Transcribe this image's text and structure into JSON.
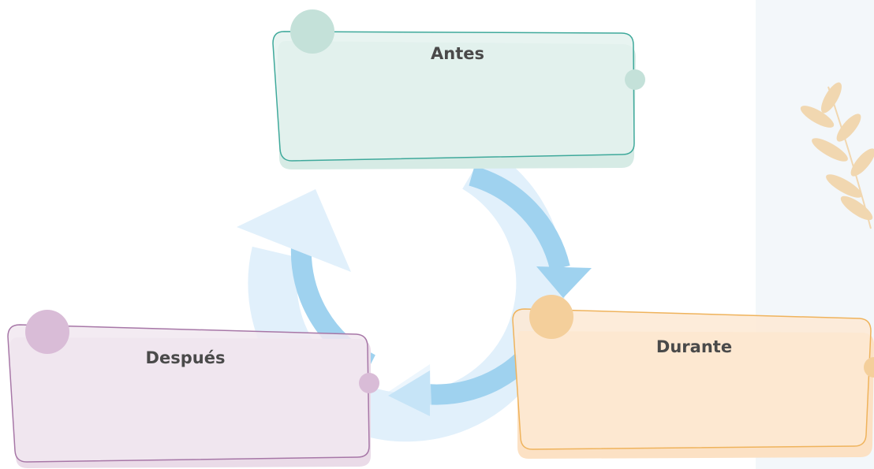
{
  "cycle": {
    "stages": [
      {
        "id": "antes",
        "label": "Antes",
        "fill": "#e4f2ee",
        "shadow": "#d6ebe5",
        "border": "#3fa99b",
        "dot": "#c4e1d9"
      },
      {
        "id": "durante",
        "label": "Durante",
        "fill": "#fde9d4",
        "shadow": "#fce1c4",
        "border": "#efb35c",
        "dot": "#f4cf9b"
      },
      {
        "id": "despues",
        "label": "Después",
        "fill": "#f1e7f0",
        "shadow": "#eadbe8",
        "border": "#a777a7",
        "dot": "#d9bcd7"
      }
    ],
    "arrow_color": "#9fd2ef",
    "arrow_halo_color": "#e1f0fb",
    "side_panel_color": "#f3f7fa",
    "leaf_color": "#f1d7b0"
  }
}
